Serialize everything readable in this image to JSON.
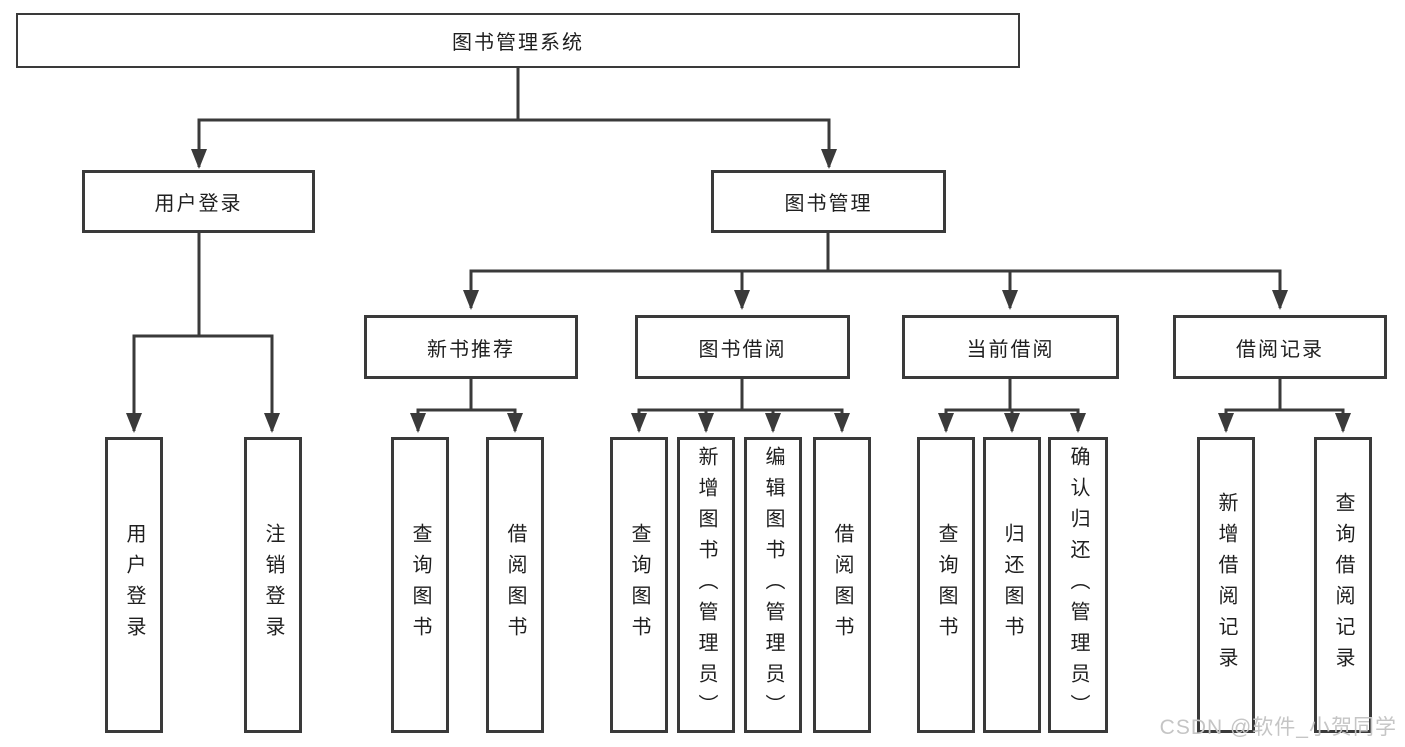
{
  "diagram": {
    "root": {
      "label": "图书管理系统"
    },
    "branches": [
      {
        "label": "用户登录",
        "children": [
          {
            "label": "用户登录"
          },
          {
            "label": "注销登录"
          }
        ]
      },
      {
        "label": "图书管理",
        "children": [
          {
            "label": "新书推荐",
            "children": [
              {
                "label": "查询图书"
              },
              {
                "label": "借阅图书"
              }
            ]
          },
          {
            "label": "图书借阅",
            "children": [
              {
                "label": "查询图书"
              },
              {
                "label": "新增图书（管理员）"
              },
              {
                "label": "编辑图书（管理员）"
              },
              {
                "label": "借阅图书"
              }
            ]
          },
          {
            "label": "当前借阅",
            "children": [
              {
                "label": "查询图书"
              },
              {
                "label": "归还图书"
              },
              {
                "label": "确认归还（管理员）"
              }
            ]
          },
          {
            "label": "借阅记录",
            "children": [
              {
                "label": "新增借阅记录"
              },
              {
                "label": "查询借阅记录"
              }
            ]
          }
        ]
      }
    ]
  },
  "watermark": {
    "text": "CSDN @软件_小贺同学"
  },
  "colors": {
    "line": "#3a3a3a",
    "text": "#1f1f1f",
    "background": "#ffffff",
    "watermark": "#c5c5c5"
  }
}
